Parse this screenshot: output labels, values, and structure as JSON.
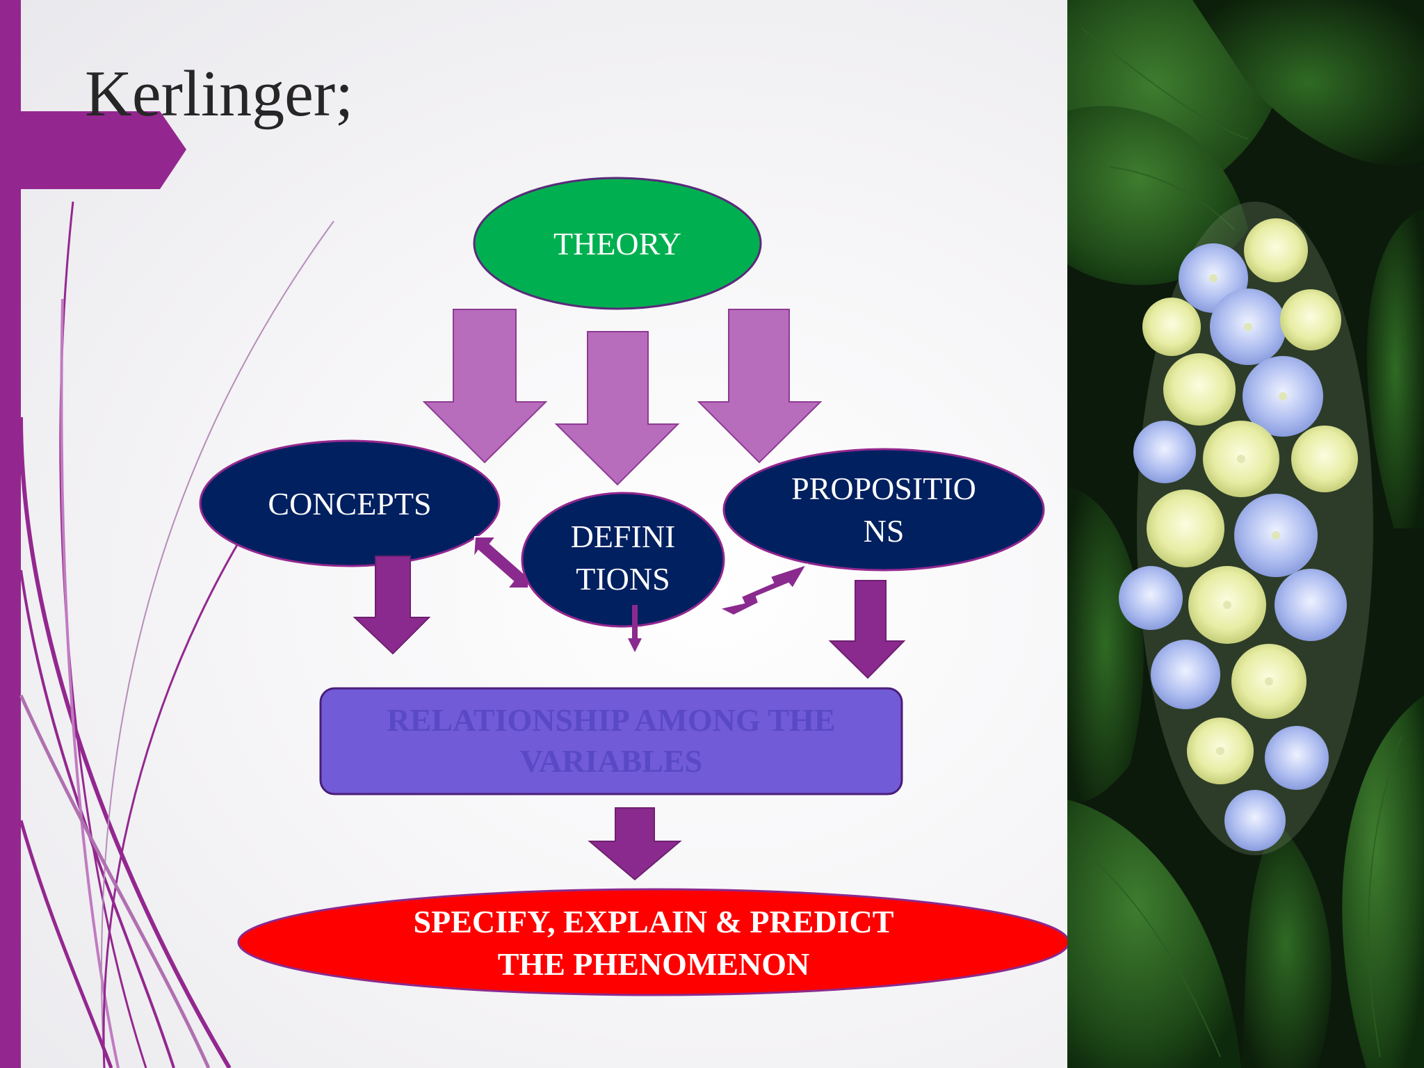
{
  "slide": {
    "title": "Kerlinger;"
  },
  "diagram": {
    "theory": "THEORY",
    "concepts": "CONCEPTS",
    "definitions": "DEFINITIONS",
    "propositions": "PROPOSITIONS",
    "relationship": "RELATIONSHIP AMONG THE VARIABLES",
    "outcome_line1": "SPECIFY, EXPLAIN & PREDICT",
    "outcome_line2": "THE PHENOMENON"
  },
  "colors": {
    "accent": "#93278f",
    "theory_fill": "#00b050",
    "node_fill": "#002060",
    "arrow_light": "#b76cbc",
    "arrow_dark": "#8b2a8e",
    "relationship_fill": "#715bd7",
    "relationship_text": "#5a49c4",
    "outcome_fill": "#ff0000"
  },
  "image": {
    "subject": "hydrangea-flower-photo"
  }
}
